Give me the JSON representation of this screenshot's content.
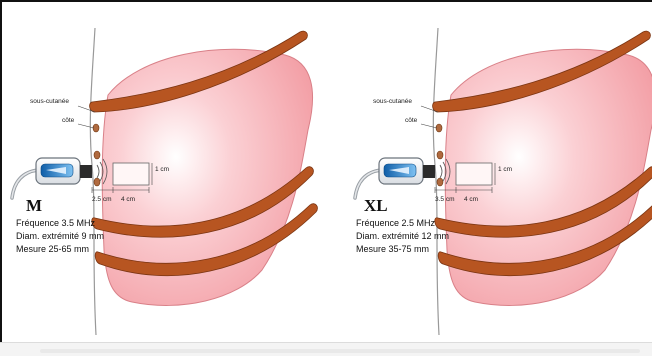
{
  "colors": {
    "organ": "#f4a3a8",
    "organ_light": "#fde8ea",
    "rib": "#b75521",
    "rib_edge": "#7a3412",
    "probe_blue": "#1d7fd0"
  },
  "panels": [
    {
      "size_label": "M",
      "label_subcutaneous": "sous-cutanée",
      "label_rib": "côte",
      "dim_depth": "1 cm",
      "dim_offset": "2.5 cm",
      "dim_length": "4 cm",
      "info_frequency": "Fréquence 3.5 MHz",
      "info_tip": "Diam. extrémité 9 mm",
      "info_range": "Mesure 25-65 mm"
    },
    {
      "size_label": "XL",
      "label_subcutaneous": "sous-cutanée",
      "label_rib": "côte",
      "dim_depth": "1 cm",
      "dim_offset": "3.5 cm",
      "dim_length": "4 cm",
      "info_frequency": "Fréquence 2.5 MHz",
      "info_tip": "Diam. extrémité 12 mm",
      "info_range": "Mesure 35-75 mm"
    }
  ]
}
